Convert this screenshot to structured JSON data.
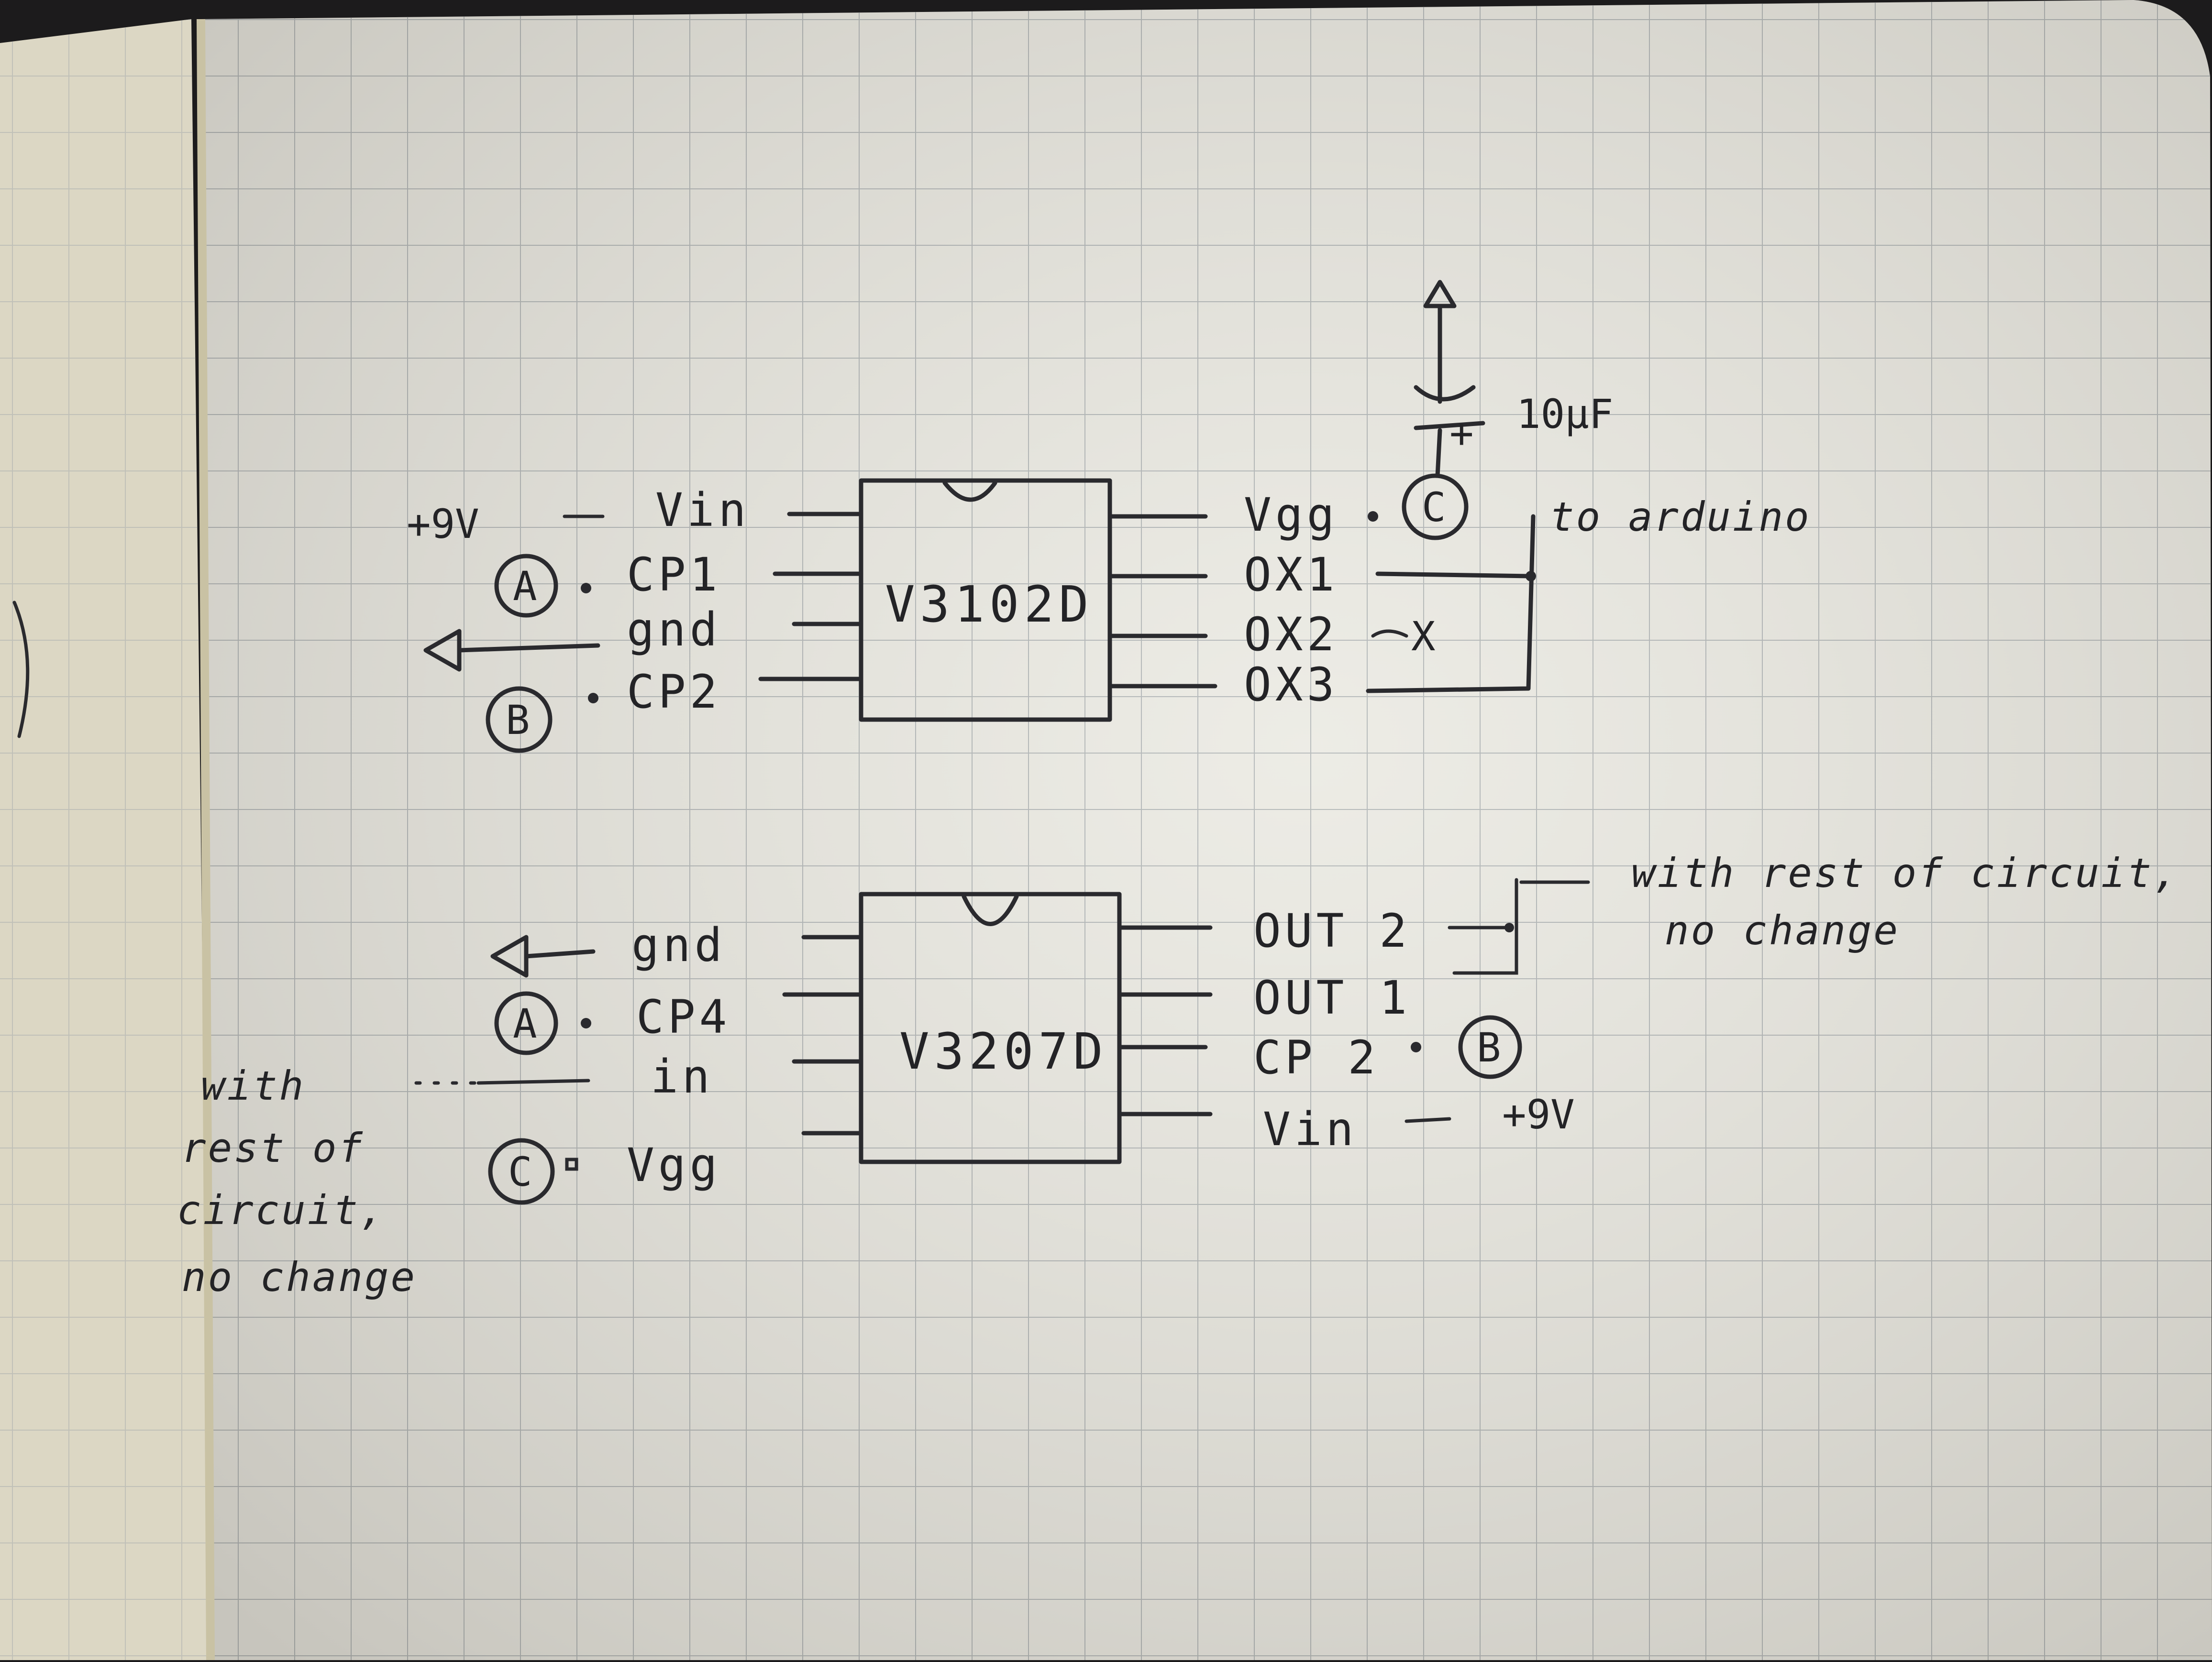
{
  "colors": {
    "paper": "#e9e8e0",
    "grid": "#a9aeaf",
    "ink": "#2a2a2e",
    "backdrop": "#1c1b1c",
    "left_page": "#dcd7c4"
  },
  "chip_top": {
    "part": "V3102D",
    "left_pins": [
      {
        "name": "Vin",
        "connection": "+9V"
      },
      {
        "name": "CP1",
        "connection": "A"
      },
      {
        "name": "gnd",
        "connection": "ground-arrow"
      },
      {
        "name": "CP2",
        "connection": "B"
      }
    ],
    "right_pins": [
      {
        "name": "Vgg",
        "connection": "C"
      },
      {
        "name": "OX1",
        "connection": ""
      },
      {
        "name": "OX2",
        "connection": "X"
      },
      {
        "name": "OX3",
        "connection": ""
      }
    ],
    "capacitor_label": "10µF",
    "capacitor_plus": "+",
    "arduino_note": "to arduino"
  },
  "chip_bottom": {
    "part": "V3207D",
    "left_pins": [
      {
        "name": "gnd",
        "connection": "ground-arrow"
      },
      {
        "name": "CP4",
        "connection": "A"
      },
      {
        "name": "in",
        "connection": ""
      },
      {
        "name": "Vgg",
        "connection": "C"
      }
    ],
    "right_pins": [
      {
        "name": "OUT 2",
        "connection": ""
      },
      {
        "name": "OUT 1",
        "connection": ""
      },
      {
        "name": "CP 2",
        "connection": "B"
      },
      {
        "name": "Vin",
        "connection": "+9V"
      }
    ],
    "note_right": [
      "with rest of circuit,",
      "no change"
    ],
    "note_left": [
      "with",
      "rest of",
      "circuit,",
      "no change"
    ]
  },
  "labels": {
    "plus9v": "+9V",
    "A": "A",
    "B": "B",
    "C": "C",
    "X": "X"
  }
}
